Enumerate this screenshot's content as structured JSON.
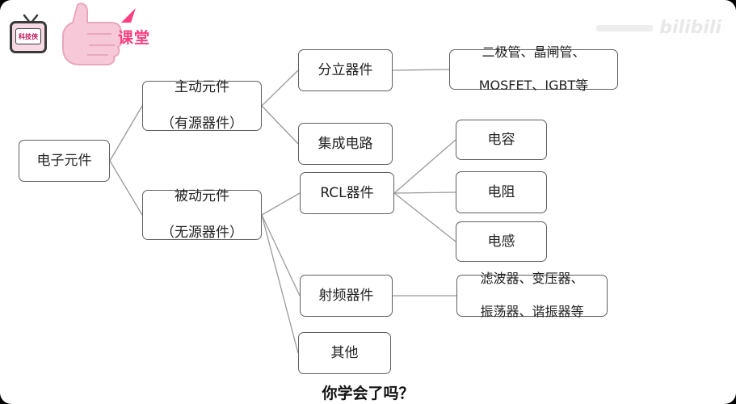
{
  "diagram": {
    "nodes": {
      "root": "电子元件",
      "active": [
        "主动元件",
        "（有源器件）"
      ],
      "passive": [
        "被动元件",
        "（无源器件）"
      ],
      "discrete": "分立器件",
      "ic": "集成电路",
      "rcl": "RCL器件",
      "rf": "射频器件",
      "other": "其他",
      "diodes": [
        "二极管、晶闸管、",
        "MOSFET、IGBT等"
      ],
      "capacitor": "电容",
      "resistor": "电阻",
      "inductor": "电感",
      "filters": [
        "滤波器、变压器、",
        "振荡器、谐振器等"
      ]
    },
    "edges": [
      [
        "root",
        "active"
      ],
      [
        "root",
        "passive"
      ],
      [
        "active",
        "discrete"
      ],
      [
        "active",
        "ic"
      ],
      [
        "discrete",
        "diodes"
      ],
      [
        "passive",
        "rcl"
      ],
      [
        "passive",
        "rf"
      ],
      [
        "passive",
        "other"
      ],
      [
        "rcl",
        "capacitor"
      ],
      [
        "rcl",
        "resistor"
      ],
      [
        "rcl",
        "inductor"
      ],
      [
        "rf",
        "filters"
      ]
    ],
    "line_color": "#9a9a9a",
    "border_color": "#5f5f5f"
  },
  "logo": {
    "tv_label": "科技侠",
    "text": "课堂",
    "icon": "thumbs-up-icon",
    "accent": "#ff3f7f"
  },
  "watermark": {
    "text": "bilibili"
  },
  "subtitle": "你学会了吗？"
}
